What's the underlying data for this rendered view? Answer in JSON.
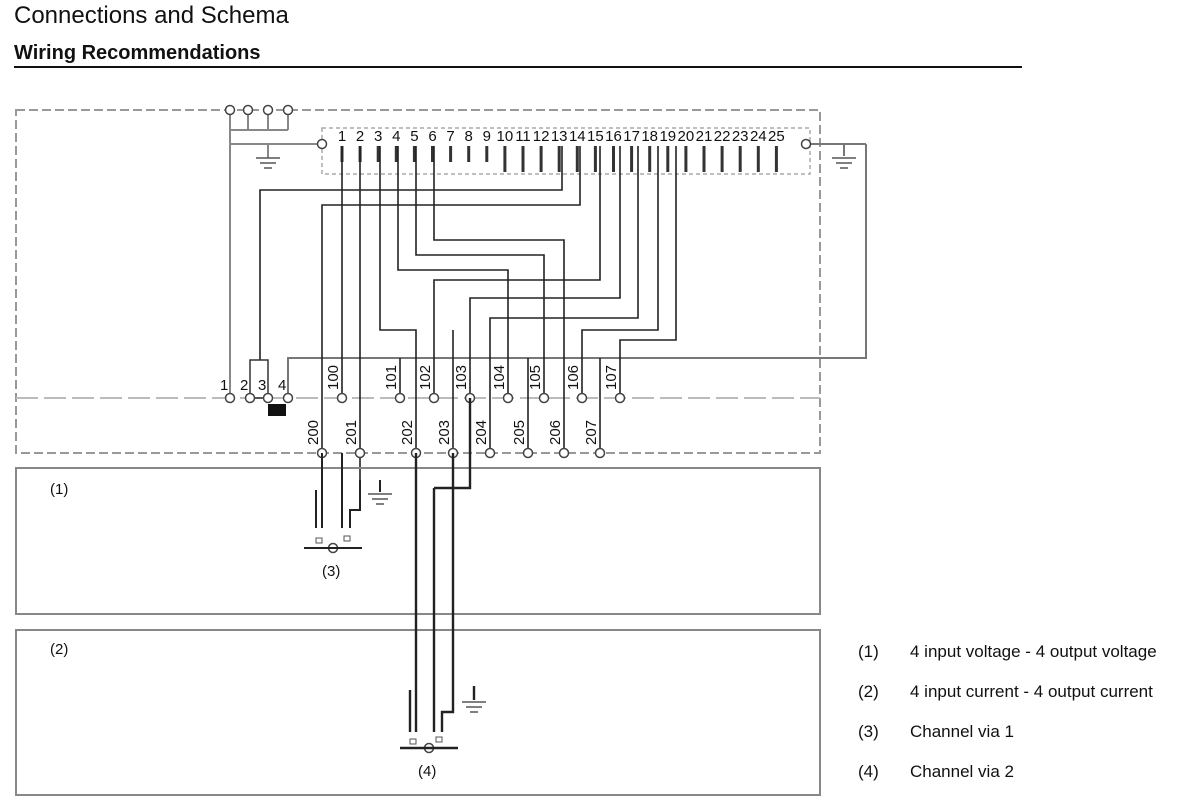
{
  "header": {
    "title": "Connections and Schema",
    "subtitle": "Wiring Recommendations"
  },
  "terminals": {
    "top_pins": [
      "1",
      "2",
      "3",
      "4",
      "5",
      "6",
      "7",
      "8",
      "9",
      "10",
      "11",
      "12",
      "13",
      "14",
      "15",
      "16",
      "17",
      "18",
      "19",
      "20",
      "21",
      "22",
      "23",
      "24",
      "25"
    ],
    "rail_pins": [
      "1",
      "2",
      "3",
      "4"
    ],
    "row100": [
      "100",
      "101",
      "102",
      "103",
      "104",
      "105",
      "106",
      "107"
    ],
    "row200": [
      "200",
      "201",
      "202",
      "203",
      "204",
      "205",
      "206",
      "207"
    ]
  },
  "panels": {
    "panel1_label": "(1)",
    "panel2_label": "(2)",
    "channel3_label": "(3)",
    "channel4_label": "(4)"
  },
  "legend": [
    {
      "num": "(1)",
      "text": "4 input voltage - 4 output voltage"
    },
    {
      "num": "(2)",
      "text": "4 input current - 4 output current"
    },
    {
      "num": "(3)",
      "text": "Channel via 1"
    },
    {
      "num": "(4)",
      "text": "Channel via 2"
    }
  ],
  "icons": [
    "ground-icon",
    "terminal-circle-icon"
  ]
}
